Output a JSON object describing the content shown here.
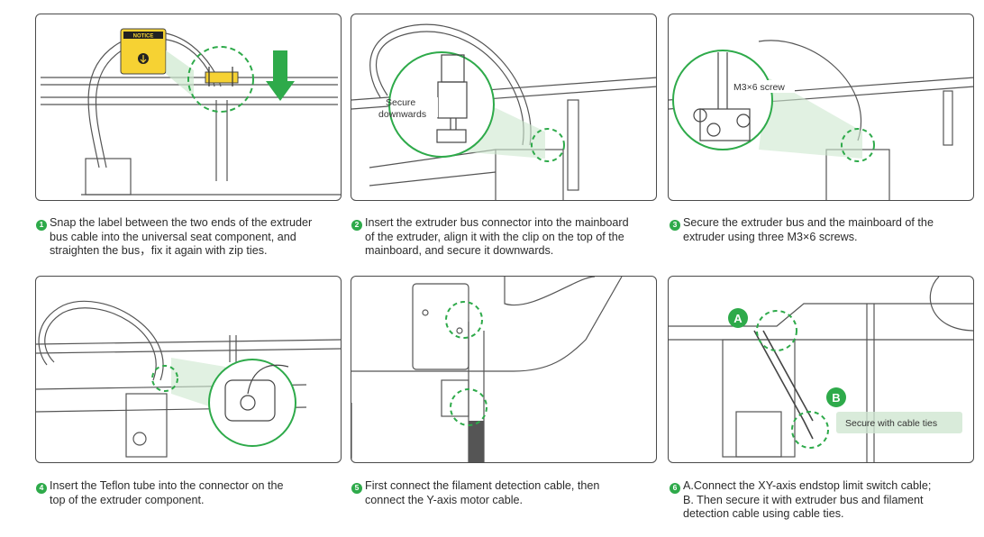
{
  "colors": {
    "accent": "#2eaa4a",
    "line": "#4a4a4a",
    "callout_bg": "#3fae55"
  },
  "panels": [
    {
      "notice_label": "NOTICE",
      "icon": "green-arrow-down-icon"
    },
    {
      "callout_line1": "Secure",
      "callout_line2": "downwards"
    },
    {
      "callout": "M3×6 screw"
    },
    {},
    {},
    {
      "marker_a": "A",
      "marker_b": "B",
      "callout": "Secure with cable ties"
    }
  ],
  "steps": [
    {
      "number": "1",
      "lines": [
        "Snap the label between the two ends of the extruder",
        "bus cable into the universal seat component, and",
        "straighten the bus，fix it again with zip ties."
      ]
    },
    {
      "number": "2",
      "lines": [
        "Insert the extruder bus connector into the mainboard",
        "of the extruder, align it with the clip on the top of the",
        "mainboard, and secure it downwards."
      ]
    },
    {
      "number": "3",
      "lines": [
        "Secure the extruder bus and the mainboard of the",
        "extruder using three M3×6 screws."
      ]
    },
    {
      "number": "4",
      "lines": [
        "Insert the Teflon tube into the connector on the",
        "top of the extruder component."
      ]
    },
    {
      "number": "5",
      "lines": [
        "First connect the filament detection cable, then",
        "connect the Y-axis motor cable."
      ]
    },
    {
      "number": "6",
      "lines": [
        "A.Connect the XY-axis endstop limit switch cable;",
        "B. Then secure it with extruder bus and filament",
        "detection cable using cable ties."
      ]
    }
  ]
}
